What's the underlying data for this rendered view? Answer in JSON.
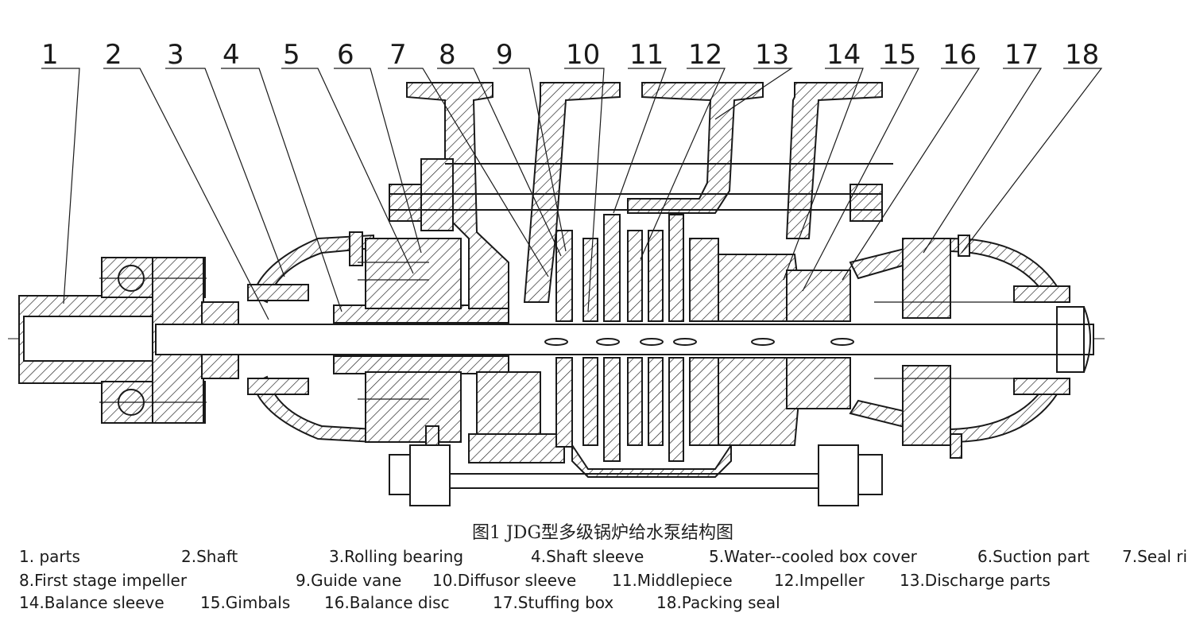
{
  "callouts": [
    "1",
    "2",
    "3",
    "4",
    "5",
    "6",
    "7",
    "8",
    "9",
    "10",
    "11",
    "12",
    "13",
    "14",
    "15",
    "16",
    "17",
    "18"
  ],
  "caption": "图1  JDG型多级锅炉给水泵结构图",
  "legend": {
    "row1": [
      "1. parts",
      "2.Shaft",
      "3.Rolling bearing",
      "4.Shaft sleeve",
      "5.Water--cooled box cover",
      "6.Suction part",
      "7.Seal ri"
    ],
    "row2": [
      "8.First stage impeller",
      "9.Guide vane",
      "10.Diffusor sleeve",
      "11.Middlepiece",
      "12.Impeller",
      "13.Discharge parts"
    ],
    "row3": [
      "14.Balance sleeve",
      "15.Gimbals",
      "16.Balance disc",
      "17.Stuffing box",
      "18.Packing seal"
    ]
  }
}
